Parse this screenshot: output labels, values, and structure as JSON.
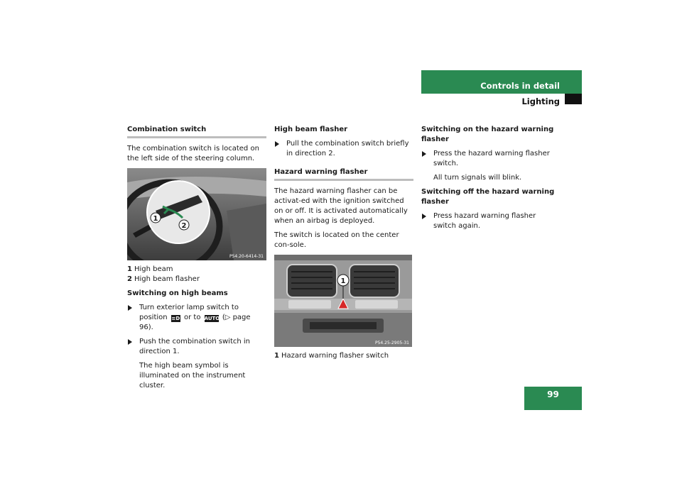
{
  "header": {
    "chapter": "Controls in detail",
    "section": "Lighting"
  },
  "page_number": "99",
  "col1": {
    "heading": "Combination switch",
    "intro": "The combination switch is located on the left side of the steering column.",
    "photo_id": "P54.20-6414-31",
    "callout1": "1",
    "callout2": "2",
    "captions": [
      {
        "num": "1",
        "text": "High beam"
      },
      {
        "num": "2",
        "text": "High beam flasher"
      }
    ],
    "subheading": "Switching on high beams",
    "step1_a": "Turn exterior lamp switch to position",
    "step1_or": "or to",
    "step1_ref": "(▷ page 96).",
    "symbol_highbeam": "≡D",
    "symbol_auto": "AUTO",
    "step2": "Push the combination switch in direction 1.",
    "step2_note": "The high beam symbol is illuminated on the instrument cluster."
  },
  "col2": {
    "subheading": "High beam flasher",
    "step1": "Pull the combination switch briefly in direction 2.",
    "heading": "Hazard warning flasher",
    "para1": "The hazard warning flasher can be activat-ed with the ignition switched on or off. It is activated automatically when an airbag is deployed.",
    "para2": "The switch is located on the center con-sole.",
    "photo_id": "P54.25-2905-31",
    "callout1": "1",
    "caption_num": "1",
    "caption_text": "Hazard warning flasher switch"
  },
  "col3": {
    "subheading1": "Switching on the hazard warning flasher",
    "step1": "Press the hazard warning flasher switch.",
    "step1_note": "All turn signals will blink.",
    "subheading2": "Switching off the hazard warning flasher",
    "step2": "Press hazard warning flasher switch again."
  },
  "colors": {
    "accent": "#2a8a52",
    "rule": "#bdbdbd"
  }
}
